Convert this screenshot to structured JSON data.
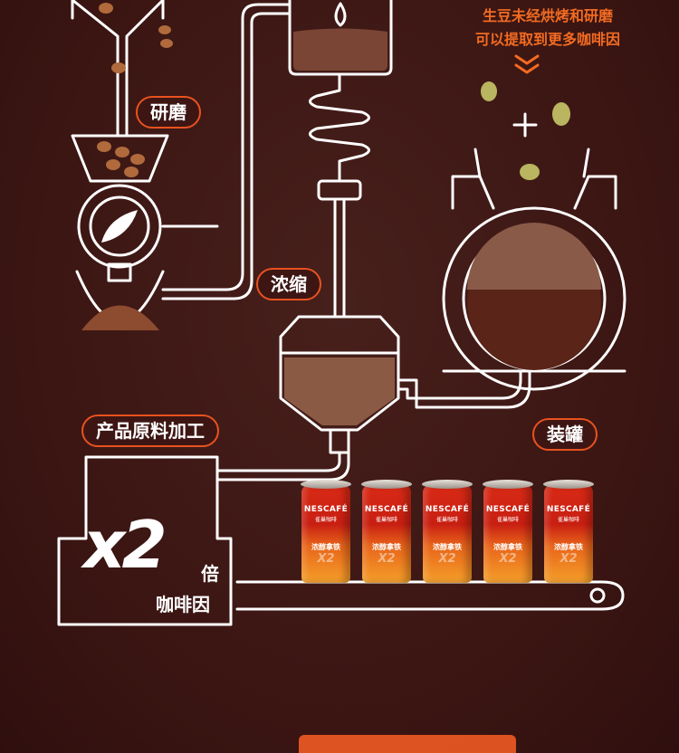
{
  "labels": {
    "grind": "研磨",
    "concentrate": "浓缩",
    "processing": "产品原料加工",
    "canning": "装罐"
  },
  "note": {
    "line1": "生豆未经烘烤和研磨",
    "line2": "可以提取到更多咖啡因"
  },
  "hero": {
    "multiplier": "x2",
    "times": "倍",
    "caffeine": "咖啡因"
  },
  "can": {
    "brand": "NESCAFÉ",
    "brand_cn": "雀巢咖啡",
    "flavor": "浓醇拿铁",
    "mark": "X2",
    "count": 5
  },
  "colors": {
    "bg": "#3d1614",
    "accent": "#f26b22",
    "outline": "#ffffff",
    "coffee": "#6b3525"
  }
}
